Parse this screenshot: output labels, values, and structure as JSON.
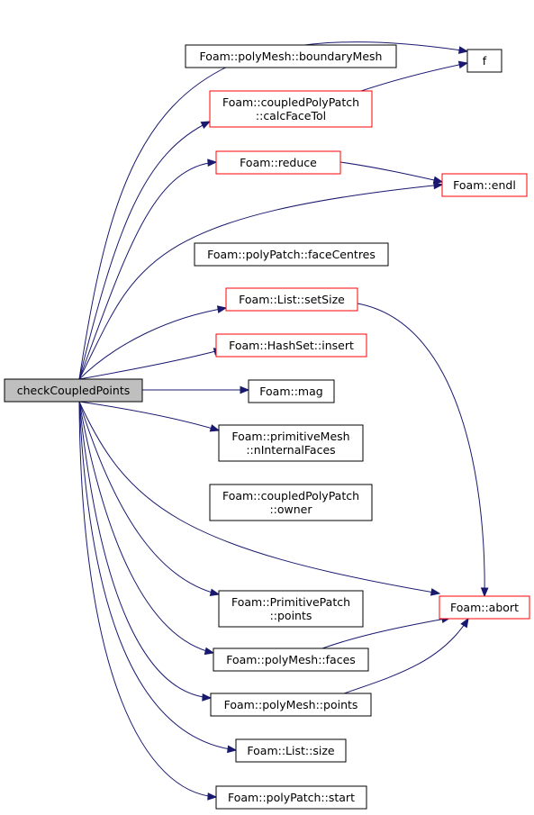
{
  "graph": {
    "root": {
      "label": "checkCoupledPoints"
    },
    "nodes": {
      "f": {
        "lines": [
          "f"
        ],
        "border": "black"
      },
      "boundaryMesh": {
        "lines": [
          "Foam::polyMesh::boundaryMesh"
        ],
        "border": "black"
      },
      "calcFaceTol": {
        "lines": [
          "Foam::coupledPolyPatch",
          "::calcFaceTol"
        ],
        "border": "red"
      },
      "reduce": {
        "lines": [
          "Foam::reduce"
        ],
        "border": "red"
      },
      "endl": {
        "lines": [
          "Foam::endl"
        ],
        "border": "red"
      },
      "faceCentres": {
        "lines": [
          "Foam::polyPatch::faceCentres"
        ],
        "border": "black"
      },
      "setSize": {
        "lines": [
          "Foam::List::setSize"
        ],
        "border": "red"
      },
      "insert": {
        "lines": [
          "Foam::HashSet::insert"
        ],
        "border": "red"
      },
      "mag": {
        "lines": [
          "Foam::mag"
        ],
        "border": "black"
      },
      "nInternalFaces": {
        "lines": [
          "Foam::primitiveMesh",
          "::nInternalFaces"
        ],
        "border": "black"
      },
      "owner": {
        "lines": [
          "Foam::coupledPolyPatch",
          "::owner"
        ],
        "border": "black"
      },
      "abort": {
        "lines": [
          "Foam::abort"
        ],
        "border": "red"
      },
      "ppPoints": {
        "lines": [
          "Foam::PrimitivePatch",
          "::points"
        ],
        "border": "black"
      },
      "faces": {
        "lines": [
          "Foam::polyMesh::faces"
        ],
        "border": "black"
      },
      "pmPoints": {
        "lines": [
          "Foam::polyMesh::points"
        ],
        "border": "black"
      },
      "size": {
        "lines": [
          "Foam::List::size"
        ],
        "border": "black"
      },
      "start": {
        "lines": [
          "Foam::polyPatch::start"
        ],
        "border": "black"
      }
    },
    "edges": [
      [
        "root",
        "f"
      ],
      [
        "root",
        "calcFaceTol"
      ],
      [
        "root",
        "reduce"
      ],
      [
        "root",
        "endl"
      ],
      [
        "root",
        "setSize"
      ],
      [
        "root",
        "insert"
      ],
      [
        "root",
        "mag"
      ],
      [
        "root",
        "nInternalFaces"
      ],
      [
        "root",
        "abort"
      ],
      [
        "root",
        "ppPoints"
      ],
      [
        "root",
        "faces"
      ],
      [
        "root",
        "pmPoints"
      ],
      [
        "root",
        "size"
      ],
      [
        "root",
        "start"
      ],
      [
        "calcFaceTol",
        "f"
      ],
      [
        "reduce",
        "endl"
      ],
      [
        "setSize",
        "abort"
      ],
      [
        "faces",
        "abort"
      ],
      [
        "pmPoints",
        "abort"
      ]
    ],
    "colors": {
      "edge": "#191970",
      "root_fill": "#bfbfbf",
      "red_border": "#ff0000",
      "black_border": "#000000"
    }
  }
}
